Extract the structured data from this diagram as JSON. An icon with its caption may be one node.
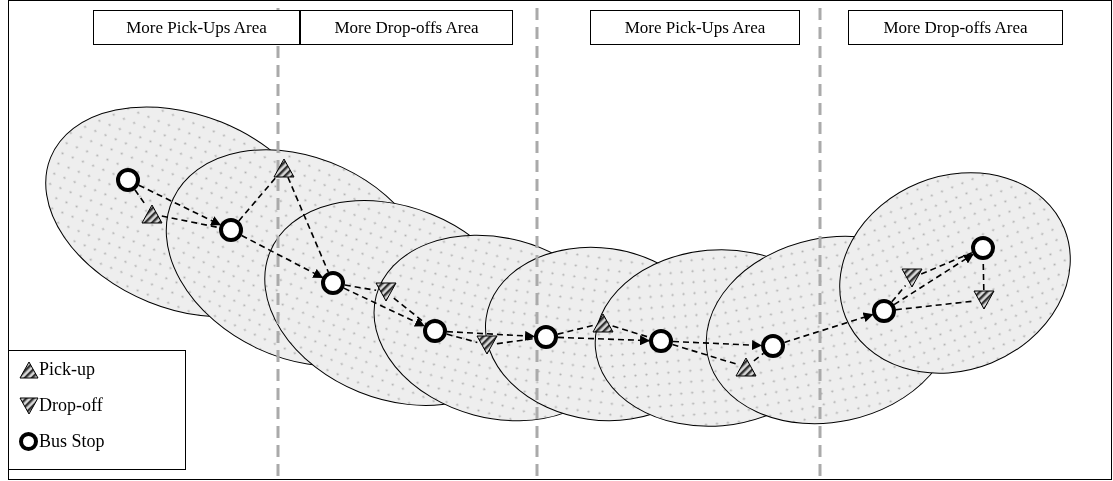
{
  "diagram": {
    "nodes": [
      {
        "text": [
          "More Pick-Ups Area"
        ]
      },
      {
        "text": [
          "More Drop-offs Area"
        ]
      },
      {
        "text": [
          "More Pick-Ups Area"
        ]
      },
      {
        "text": [
          "More Drop-offs Area"
        ]
      },
      {
        "text": [],
        "shape": "circle"
      },
      {
        "text": [],
        "shape": "triangle"
      },
      {
        "text": [],
        "shape": "circle"
      },
      {
        "text": [],
        "shape": "triangle"
      },
      {
        "text": [],
        "shape": "circle"
      },
      {
        "text": [],
        "shape": "inverted-triangle"
      },
      {
        "text": [],
        "shape": "circle"
      },
      {
        "text": [],
        "shape": "inverted-triangle"
      },
      {
        "text": [],
        "shape": "circle"
      },
      {
        "text": [],
        "shape": "triangle"
      },
      {
        "text": [],
        "shape": "circle"
      },
      {
        "text": [],
        "shape": "triangle"
      },
      {
        "text": [],
        "shape": "circle"
      },
      {
        "text": [],
        "shape": "circle"
      },
      {
        "text": [],
        "shape": "inverted-triangle"
      },
      {
        "text": [],
        "shape": "inverted-triangle"
      },
      {
        "text": [],
        "shape": "circle"
      }
    ],
    "edges": [
      {
        "from": 4,
        "to": 6,
        "arrow": "to",
        "style": "dashed"
      },
      {
        "from": 4,
        "to": 5,
        "arrow": "none",
        "style": "dashed"
      },
      {
        "from": 5,
        "to": 6,
        "arrow": "none",
        "style": "dashed"
      },
      {
        "from": 6,
        "to": 8,
        "arrow": "to",
        "style": "dashed"
      },
      {
        "from": 6,
        "to": 7,
        "arrow": "none",
        "style": "dashed"
      },
      {
        "from": 7,
        "to": 8,
        "arrow": "none",
        "style": "dashed"
      },
      {
        "from": 8,
        "to": 10,
        "arrow": "to",
        "style": "dashed"
      },
      {
        "from": 8,
        "to": 9,
        "arrow": "none",
        "style": "dashed"
      },
      {
        "from": 9,
        "to": 10,
        "arrow": "none",
        "style": "dashed"
      },
      {
        "from": 10,
        "to": 12,
        "arrow": "to",
        "style": "dashed"
      },
      {
        "from": 10,
        "to": 11,
        "arrow": "none",
        "style": "dashed"
      },
      {
        "from": 11,
        "to": 12,
        "arrow": "none",
        "style": "dashed"
      },
      {
        "from": 12,
        "to": 14,
        "arrow": "to",
        "style": "dashed"
      },
      {
        "from": 12,
        "to": 13,
        "arrow": "none",
        "style": "dashed"
      },
      {
        "from": 13,
        "to": 14,
        "arrow": "none",
        "style": "dashed"
      },
      {
        "from": 14,
        "to": 16,
        "arrow": "to",
        "style": "dashed"
      },
      {
        "from": 14,
        "to": 15,
        "arrow": "none",
        "style": "dashed"
      },
      {
        "from": 15,
        "to": 16,
        "arrow": "none",
        "style": "dashed"
      },
      {
        "from": 16,
        "to": 17,
        "arrow": "to",
        "style": "dashed"
      },
      {
        "from": 17,
        "to": 20,
        "arrow": "to",
        "style": "dashed"
      },
      {
        "from": 17,
        "to": 18,
        "arrow": "none",
        "style": "dashed"
      },
      {
        "from": 18,
        "to": 20,
        "arrow": "none",
        "style": "dashed"
      },
      {
        "from": 17,
        "to": 19,
        "arrow": "none",
        "style": "dashed"
      },
      {
        "from": 19,
        "to": 20,
        "arrow": "none",
        "style": "dashed"
      }
    ],
    "legend": [
      {
        "text": "Pick-up"
      },
      {
        "text": "Drop-off"
      },
      {
        "text": "Bus Stop"
      }
    ]
  }
}
